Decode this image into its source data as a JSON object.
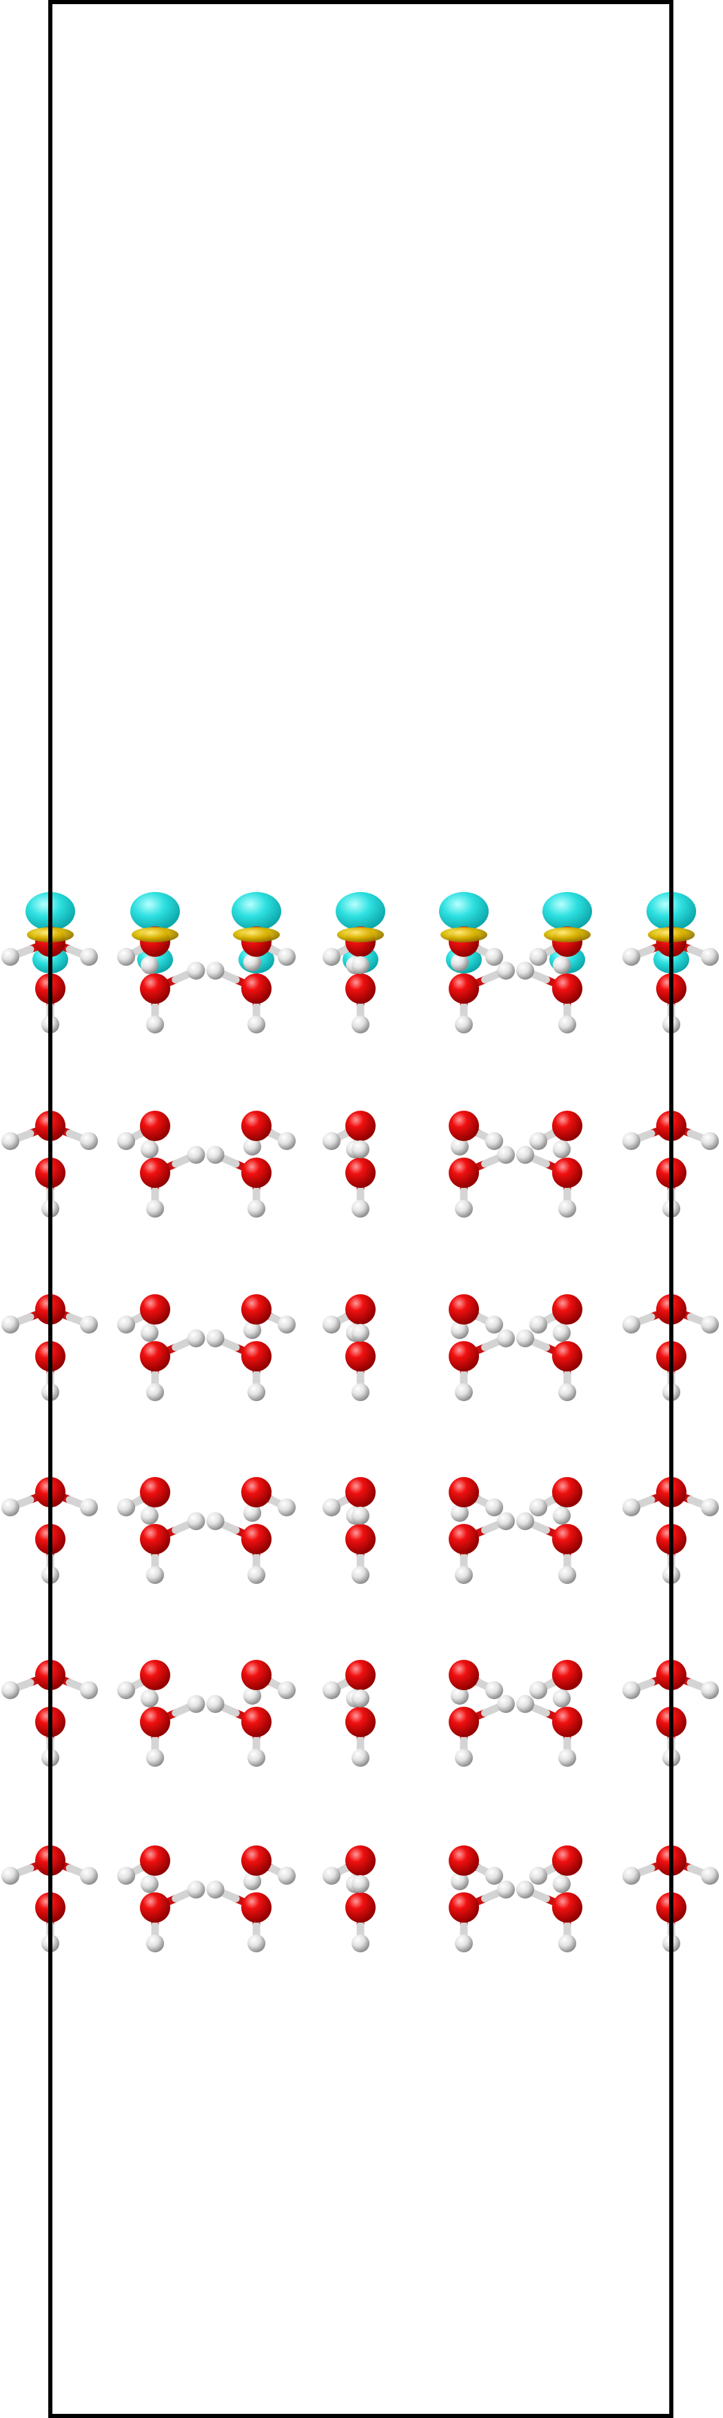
{
  "scene": {
    "type": "molecular-structure-slab",
    "background_color": "#ffffff",
    "cell_outline_color": "#000000",
    "oxygen_color": "#e00000",
    "hydrogen_color": "#e6e6e6",
    "bond_color": "#cfcfcf",
    "isosurface_positive_color": "#1fd6d6",
    "isosurface_negative_color": "#c8a800",
    "layer_count": 6,
    "columns_per_layer": 7,
    "charge_density_on_top_layer": true
  }
}
